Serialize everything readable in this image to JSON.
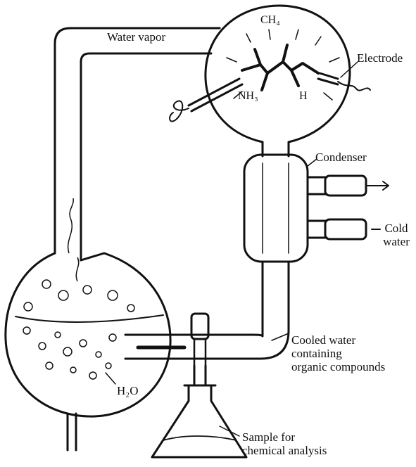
{
  "diagram": {
    "labels": {
      "water_vapor": "Water vapor",
      "electrode": "Electrode",
      "condenser": "Condenser",
      "cold_water_1": "Cold",
      "cold_water_2": "water",
      "cooled_1": "Cooled water",
      "cooled_2": "containing",
      "cooled_3": "organic compounds",
      "h2o": "H₂O",
      "sample_1": "Sample for",
      "sample_2": "chemical analysis"
    },
    "gases": {
      "ch4": "CH₄",
      "nh3": "NH₃",
      "h": "H"
    }
  }
}
